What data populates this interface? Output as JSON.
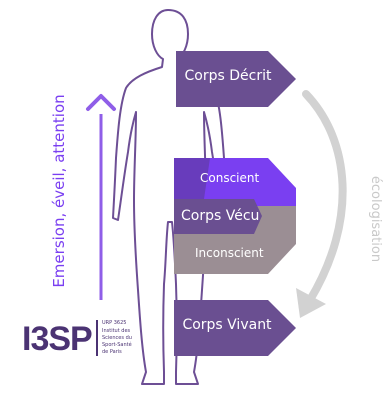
{
  "colors": {
    "dark_purple": "#6a4f91",
    "bright_purple": "#7a3ff1",
    "grey": "#9b8e94",
    "outline": "#6d4f95",
    "arrow_left": "#8f5ee8",
    "arrow_right": "#d2d2d2",
    "text_right": "#c9c9c9",
    "logo_dark": "#4b3373"
  },
  "boxes": {
    "corps_decrit": "Corps Décrit",
    "conscient": "Conscient",
    "corps_vecu": "Corps Vécu",
    "inconscient": "Inconscient",
    "corps_vivant": "Corps Vivant"
  },
  "side_labels": {
    "left": "Emersion, éveil, attention",
    "right": "écologisation"
  },
  "logo": {
    "name": "I3SP",
    "unit": "URP 3625",
    "lines": [
      "Institut des",
      "Sciences du",
      "Sport-Santé",
      "de Paris"
    ]
  }
}
